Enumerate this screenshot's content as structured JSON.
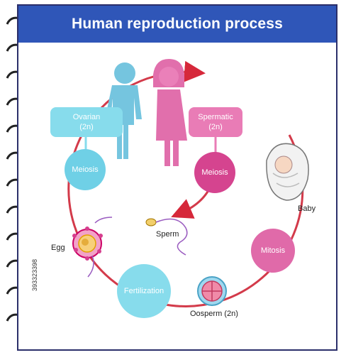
{
  "title": "Human reproduction process",
  "nodes": {
    "ovarian": "Ovarian\n(2n)",
    "meiosis_left": "Meiosis",
    "spermatic": "Spermatic\n(2n)",
    "meiosis_right": "Meiosis",
    "mitosis": "Mitosis",
    "fertilization": "Fertilization"
  },
  "labels": {
    "egg": "Egg",
    "sperm": "Sperm",
    "baby": "Baby",
    "oosperm": "Oosperm (2n)"
  },
  "watermark": "393323398",
  "colors": {
    "title_bar": "#2f56b8",
    "cyan_light": "#87dcec",
    "cyan": "#6fd0e6",
    "pink_light": "#e97cb6",
    "pink": "#d5448f",
    "arrow": "#d6283a",
    "cycle": "#d33a4a"
  },
  "icons": [
    "spiral-binding-icon",
    "boy-silhouette-icon",
    "girl-silhouette-icon",
    "baby-icon",
    "egg-cell-icon",
    "sperm-icon",
    "zygote-icon"
  ]
}
